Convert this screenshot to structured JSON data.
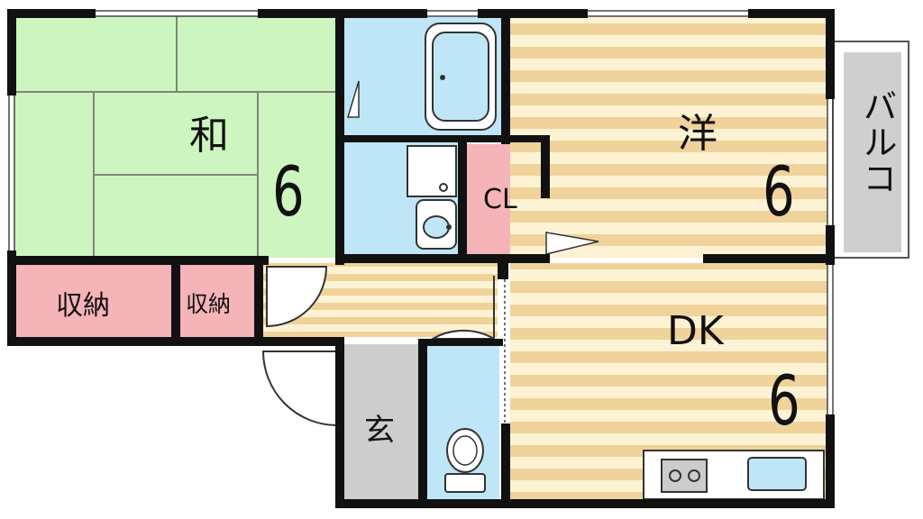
{
  "rooms": {
    "washitsu": {
      "label": "和",
      "size": "6"
    },
    "youshitsu": {
      "label": "洋",
      "size": "6"
    },
    "dk": {
      "label": "DK",
      "size": "6"
    },
    "closet": {
      "label": "CL"
    },
    "storage_large": {
      "label": "収納"
    },
    "storage_small": {
      "label": "収納"
    },
    "entrance": {
      "label": "玄"
    },
    "balcony": {
      "label": "バルコ"
    }
  },
  "colors": {
    "tatami": "#cdf5c0",
    "storage": "#f5b4b8",
    "water": "#bfe6f7",
    "floor_tan": "#f0d39a",
    "floor_light": "#fdf3d4",
    "balcony": "#cfcfcf",
    "entrance": "#cdcdcd",
    "wall": "#111111"
  },
  "icons": [
    "bathtub-icon",
    "washbasin-icon",
    "toilet-icon",
    "stove-icon",
    "sink-icon"
  ]
}
